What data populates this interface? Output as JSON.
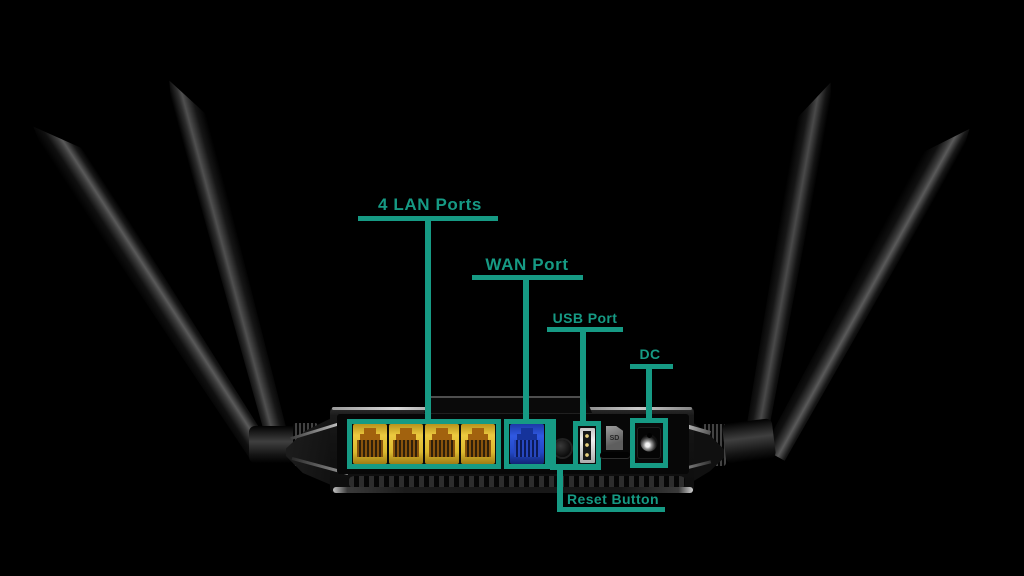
{
  "title": "Wireless router rear panel port diagram",
  "background": "#000000",
  "accent": "#169a84",
  "callouts": {
    "lan": "4 LAN Ports",
    "wan": "WAN Port",
    "usb": "USB Port",
    "dc": "DC",
    "reset": "Reset Button"
  },
  "router": {
    "antenna_count": 4,
    "lan_port_count": 4,
    "sd_badge": "SD",
    "colors": {
      "highlight_boxes": "#169a84",
      "lan_port": "#e2bd33",
      "wan_port": "#2b52d6",
      "usb_shell": "#e0e0e0",
      "body": "#121212"
    }
  }
}
